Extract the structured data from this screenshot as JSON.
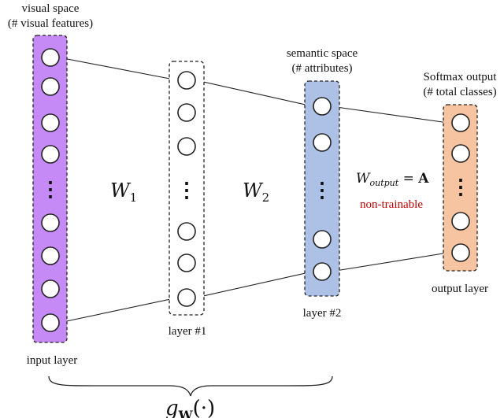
{
  "labels": {
    "visual_space": "visual space",
    "visual_features": "(# visual features)",
    "semantic_space": "semantic space",
    "attributes": "(# attributes)",
    "softmax_output": "Softmax output",
    "total_classes": "(# total classes)",
    "input_layer": "input layer",
    "layer1": "layer #1",
    "layer2": "layer #2",
    "output_layer": "output layer",
    "non_trainable": "non-trainable"
  },
  "math": {
    "w1_base": "W",
    "w1_sub": "1",
    "w2_base": "W",
    "w2_sub": "2",
    "wout_base": "W",
    "wout_sub": "output",
    "wout_eq": " = ",
    "wout_rhs": "A",
    "g_base": "g",
    "g_sub": "W",
    "g_arg": "(·)"
  },
  "colors": {
    "input_fill": "#c58af5",
    "semantic_fill": "#adc1e6",
    "output_fill": "#f6c4a0",
    "hidden_fill": "#ffffff",
    "non_trainable": "#c00000"
  },
  "dots": "⋮"
}
